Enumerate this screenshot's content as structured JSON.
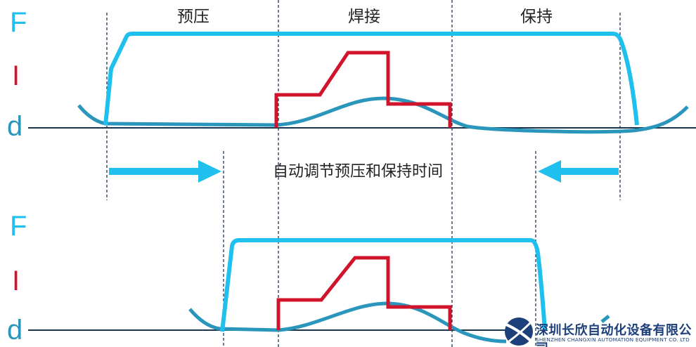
{
  "axis_labels": {
    "force": "F",
    "current": "I",
    "displacement": "d"
  },
  "phases": [
    "预压",
    "焊接",
    "保持"
  ],
  "note": "自动调节预压和保持时间",
  "logo": {
    "name_cn": "深圳长欣自动化设备有限公司",
    "name_en": "SHENZHEN CHANGXIN AUTOMATION EQUIPMENT CO. LTD"
  },
  "colors": {
    "force": "#1fc0ee",
    "current": "#d0142c",
    "displacement": "#2a96bc",
    "baseline": "#1a3550",
    "logo": "#1d3f7a"
  }
}
